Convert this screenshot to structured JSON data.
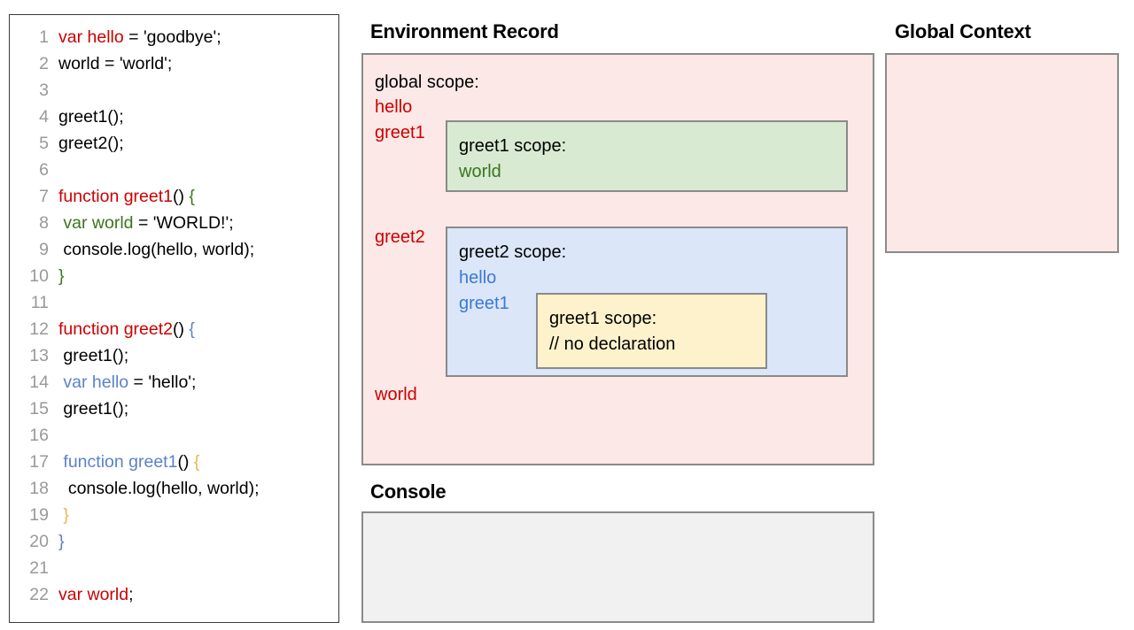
{
  "code_panel": {
    "lines": [
      {
        "num": "1",
        "tokens": [
          {
            "t": "var hello",
            "c": "red"
          },
          {
            "t": " = 'goodbye';",
            "c": "black"
          }
        ]
      },
      {
        "num": "2",
        "tokens": [
          {
            "t": "world = 'world';",
            "c": "black"
          }
        ]
      },
      {
        "num": "3",
        "tokens": [
          {
            "t": "",
            "c": "black"
          }
        ]
      },
      {
        "num": "4",
        "tokens": [
          {
            "t": "greet1();",
            "c": "black"
          }
        ]
      },
      {
        "num": "5",
        "tokens": [
          {
            "t": "greet2();",
            "c": "black"
          }
        ]
      },
      {
        "num": "6",
        "tokens": [
          {
            "t": "",
            "c": "black"
          }
        ]
      },
      {
        "num": "7",
        "tokens": [
          {
            "t": "function greet1",
            "c": "red"
          },
          {
            "t": "() ",
            "c": "black"
          },
          {
            "t": "{",
            "c": "green"
          }
        ]
      },
      {
        "num": "8",
        "tokens": [
          {
            "t": " ",
            "c": "black"
          },
          {
            "t": "var world",
            "c": "green"
          },
          {
            "t": " = 'WORLD!';",
            "c": "black"
          }
        ]
      },
      {
        "num": "9",
        "tokens": [
          {
            "t": " console.log(hello, world);",
            "c": "black"
          }
        ]
      },
      {
        "num": "10",
        "tokens": [
          {
            "t": "}",
            "c": "green"
          }
        ]
      },
      {
        "num": "11",
        "tokens": [
          {
            "t": "",
            "c": "black"
          }
        ]
      },
      {
        "num": "12",
        "tokens": [
          {
            "t": "function greet2",
            "c": "red"
          },
          {
            "t": "() ",
            "c": "black"
          },
          {
            "t": "{",
            "c": "blue"
          }
        ]
      },
      {
        "num": "13",
        "tokens": [
          {
            "t": " greet1();",
            "c": "black"
          }
        ]
      },
      {
        "num": "14",
        "tokens": [
          {
            "t": " ",
            "c": "black"
          },
          {
            "t": "var hello",
            "c": "blue"
          },
          {
            "t": " = 'hello';",
            "c": "black"
          }
        ]
      },
      {
        "num": "15",
        "tokens": [
          {
            "t": " greet1();",
            "c": "black"
          }
        ]
      },
      {
        "num": "16",
        "tokens": [
          {
            "t": "",
            "c": "black"
          }
        ]
      },
      {
        "num": "17",
        "tokens": [
          {
            "t": " ",
            "c": "black"
          },
          {
            "t": "function greet1",
            "c": "blue"
          },
          {
            "t": "() ",
            "c": "black"
          },
          {
            "t": "{",
            "c": "yellow"
          }
        ]
      },
      {
        "num": "18",
        "tokens": [
          {
            "t": "  console.log(hello, world);",
            "c": "black"
          }
        ]
      },
      {
        "num": "19",
        "tokens": [
          {
            "t": " ",
            "c": "black"
          },
          {
            "t": "}",
            "c": "yellow"
          }
        ]
      },
      {
        "num": "20",
        "tokens": [
          {
            "t": "}",
            "c": "blue"
          }
        ]
      },
      {
        "num": "21",
        "tokens": [
          {
            "t": "",
            "c": "black"
          }
        ]
      },
      {
        "num": "22",
        "tokens": [
          {
            "t": "var world",
            "c": "red"
          },
          {
            "t": ";",
            "c": "black"
          }
        ]
      }
    ]
  },
  "environment_record": {
    "title": "Environment Record",
    "global_scope_label": "global scope:",
    "global_bindings": [
      "hello",
      "greet1",
      "greet2",
      "world"
    ],
    "greet1_scope": {
      "label": "greet1 scope:",
      "bindings": [
        "world"
      ]
    },
    "greet2_scope": {
      "label": "greet2 scope:",
      "bindings": [
        "hello",
        "greet1"
      ],
      "greet1_inner_scope": {
        "label": "greet1 scope:",
        "note": "// no declaration"
      }
    }
  },
  "global_context": {
    "title": "Global Context",
    "content": ""
  },
  "console": {
    "title": "Console",
    "output": ""
  },
  "colors": {
    "red": "#cc0000",
    "green": "#38761d",
    "blue": "#3c78d8",
    "yellow": "#e8b84b",
    "pink_fill": "#fce8e6",
    "green_fill": "#d9ead3",
    "blue_fill": "#dbe6f8",
    "yellow_fill": "#fdf2cc",
    "console_fill": "#f1f1f1",
    "border": "#8a8a8a",
    "line_number": "#999999"
  }
}
